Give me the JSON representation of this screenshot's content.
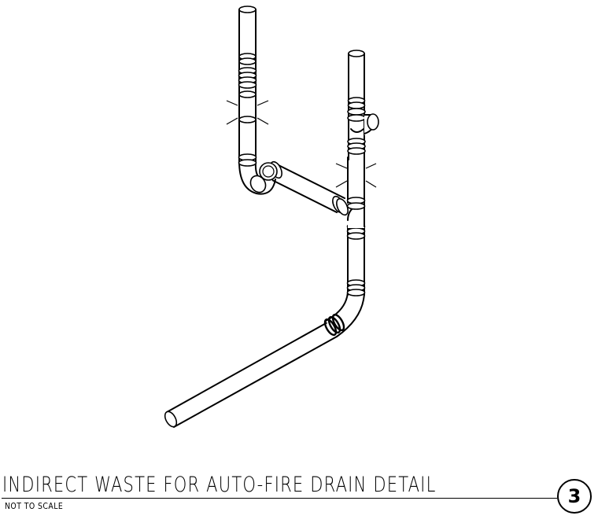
{
  "detail": {
    "title": "INDIRECT WASTE FOR AUTO-FIRE DRAIN DETAIL",
    "scale": "NOT TO SCALE",
    "number": "3"
  },
  "colors": {
    "line": "#000000",
    "background": "#ffffff"
  }
}
